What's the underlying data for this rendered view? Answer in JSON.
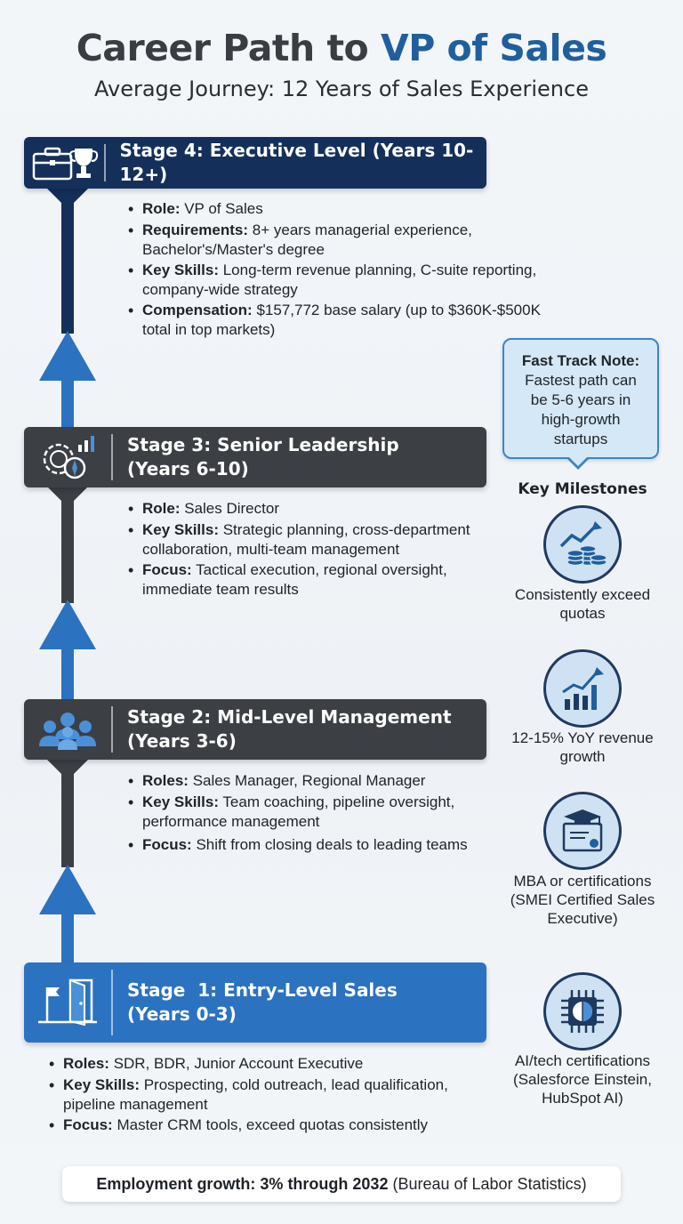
{
  "header": {
    "title_prefix": "Career Path to ",
    "title_accent": "VP of Sales",
    "subtitle": "Average Journey: 12 Years of Sales Experience"
  },
  "stages": [
    {
      "title_line1": "Stage 4: Executive Level (Years 10-12+)",
      "title_line2": "",
      "icon": "briefcase-trophy-icon",
      "items": [
        {
          "label": "Role:",
          "text": " VP of Sales"
        },
        {
          "label": "Requirements:",
          "text": " 8+ years managerial experience, Bachelor's/Master's degree"
        },
        {
          "label": "Key Skills:",
          "text": " Long-term revenue planning, C-suite reporting, company-wide strategy"
        },
        {
          "label": "Compensation:",
          "text": " $157,772 base salary (up to $360K-$500K total in top markets)"
        }
      ]
    },
    {
      "title_line1": "Stage 3: Senior Leadership",
      "title_line2": "(Years 6-10)",
      "icon": "gear-compass-chart-icon",
      "items": [
        {
          "label": "Role:",
          "text": " Sales Director"
        },
        {
          "label": "Key Skills:",
          "text": " Strategic planning, cross-department collaboration, multi-team management"
        },
        {
          "label": "Focus:",
          "text": " Tactical execution, regional oversight, immediate team results"
        }
      ]
    },
    {
      "title_line1": "Stage 2: Mid-Level Management",
      "title_line2": "(Years 3-6)",
      "icon": "team-icon",
      "items": [
        {
          "label": "Roles:",
          "text": " Sales Manager, Regional Manager"
        },
        {
          "label": "Key Skills:",
          "text": " Team coaching, pipeline oversight, performance management"
        },
        {
          "label": "Focus:",
          "text": " Shift from closing deals to leading teams"
        }
      ]
    },
    {
      "title_line1": "Stage  1: Entry-Level Sales",
      "title_line2": "(Years 0-3)",
      "icon": "flag-door-icon",
      "items": [
        {
          "label": "Roles:",
          "text": " SDR, BDR, Junior Account Executive"
        },
        {
          "label": "Key Skills:",
          "text": " Prospecting, cold outreach, lead qualification, pipeline management"
        },
        {
          "label": "Focus:",
          "text": " Master CRM tools, exceed quotas consistently"
        }
      ]
    }
  ],
  "callout": {
    "title": "Fast Track Note:",
    "body": "Fastest path can be 5-6 years in high-growth startups"
  },
  "milestones": {
    "heading": "Key Milestones",
    "items": [
      {
        "icon": "coins-growth-icon",
        "label": "Consistently exceed quotas"
      },
      {
        "icon": "bar-chart-growth-icon",
        "label": "12-15% YoY revenue growth"
      },
      {
        "icon": "graduation-certificate-icon",
        "label": "MBA or certifications (SMEI Certified Sales Executive)"
      },
      {
        "icon": "ai-chip-icon",
        "label": "AI/tech certifications (Salesforce Einstein, HubSpot AI)"
      }
    ]
  },
  "footer": {
    "bold": "Employment growth: 3% through 2032",
    "text": " (Bureau of Labor Statistics)"
  },
  "colors": {
    "executive": "#14305a",
    "leadership": "#3c3f44",
    "entry": "#2b72c0",
    "accent_title": "#1f5f9e",
    "callout_bg": "#d4e8f7"
  }
}
